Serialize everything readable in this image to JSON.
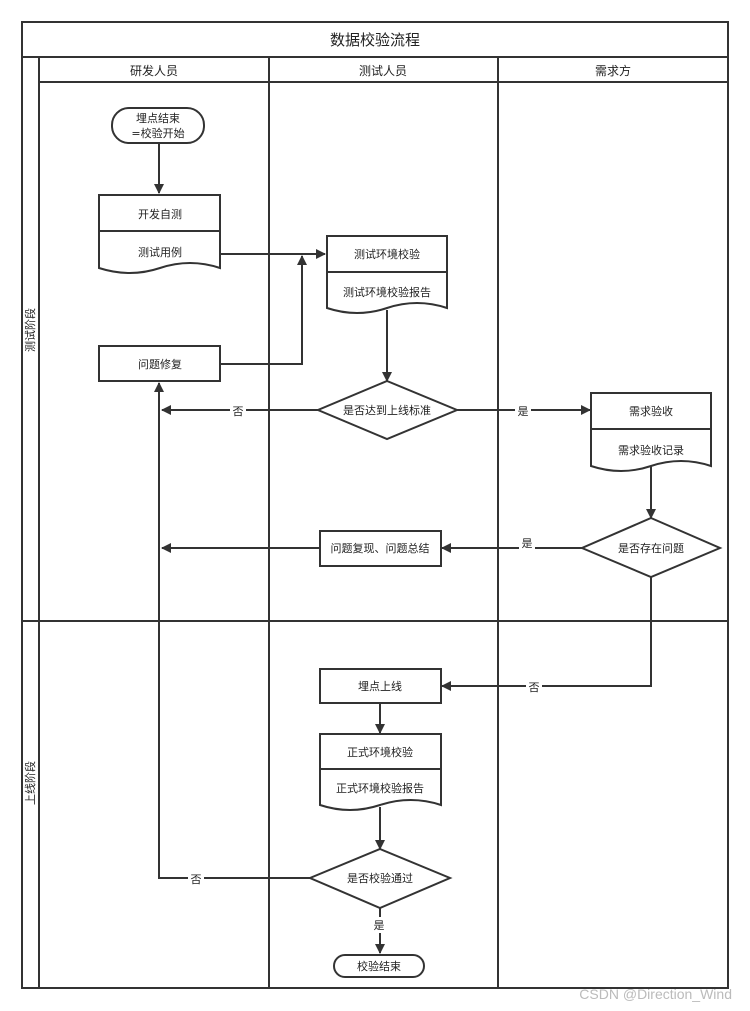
{
  "title": "数据校验流程",
  "lanes": [
    "研发人员",
    "测试人员",
    "需求方"
  ],
  "phases": [
    "测试阶段",
    "上线阶段"
  ],
  "nodes": {
    "start_line1": "埋点结束",
    "start_line2": "=校验开始",
    "dev_selftest": "开发自测",
    "test_case": "测试用例",
    "test_env_check": "测试环境校验",
    "test_env_report": "测试环境校验报告",
    "fix_issue": "问题修复",
    "reach_standard": "是否达到上线标准",
    "req_accept": "需求验收",
    "req_accept_record": "需求验收记录",
    "has_issue": "是否存在问题",
    "issue_summary": "问题复现、问题总结",
    "go_live": "埋点上线",
    "prod_env_check": "正式环境校验",
    "prod_env_report": "正式环境校验报告",
    "check_pass": "是否校验通过",
    "end": "校验结束"
  },
  "edge_labels": {
    "no_standard": "否",
    "yes_standard": "是",
    "yes_issue": "是",
    "no_issue": "否",
    "no_pass": "否",
    "yes_pass": "是"
  },
  "watermark": "CSDN @Direction_Wind"
}
